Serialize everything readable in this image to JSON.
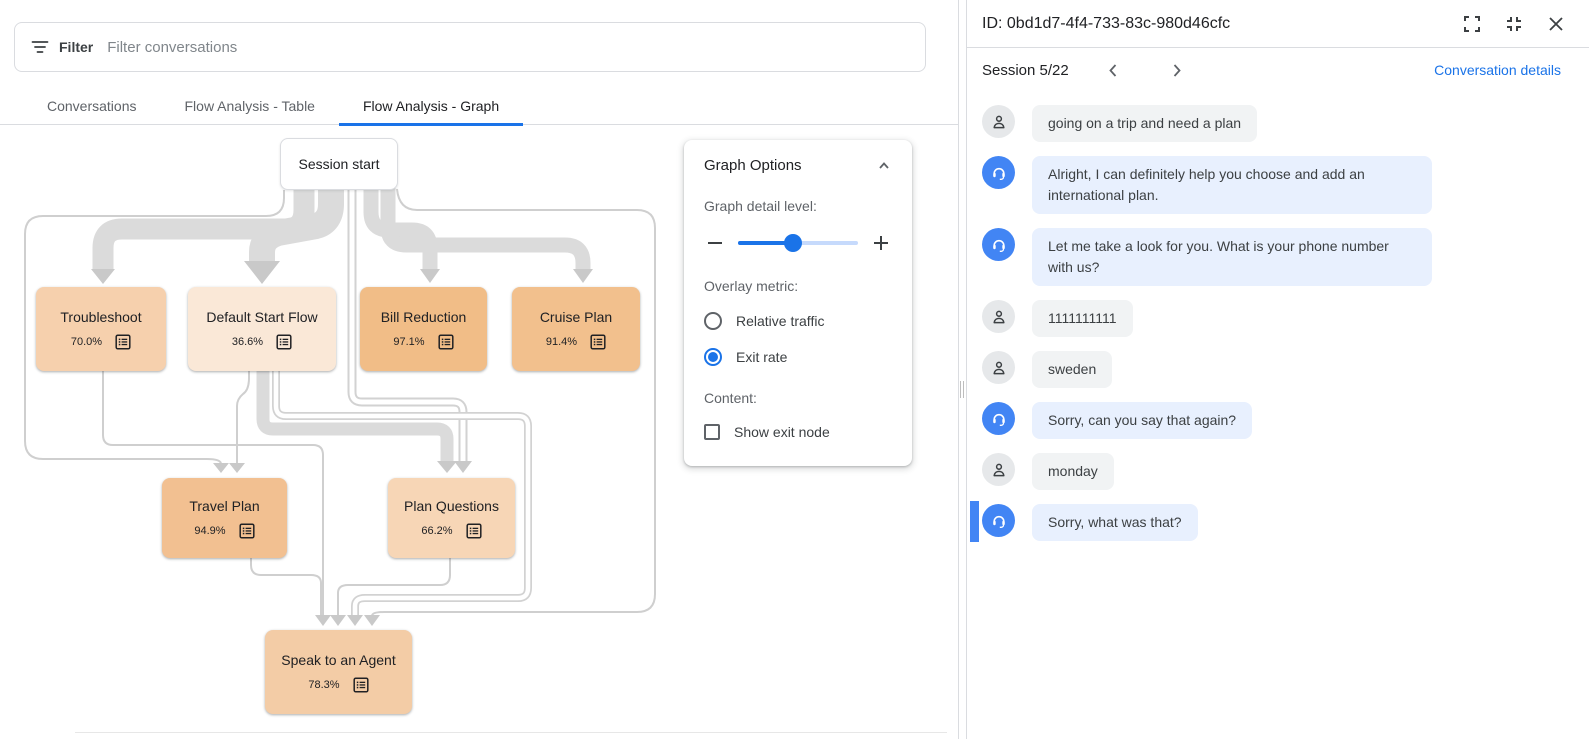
{
  "left_panel": {
    "filter": {
      "label": "Filter",
      "placeholder": "Filter conversations"
    },
    "tabs": [
      {
        "label": "Conversations",
        "active": false
      },
      {
        "label": "Flow Analysis - Table",
        "active": false
      },
      {
        "label": "Flow Analysis - Graph",
        "active": true
      }
    ]
  },
  "graph_options": {
    "title": "Graph Options",
    "detail_label": "Graph detail level:",
    "overlay_label": "Overlay metric:",
    "radios": [
      {
        "label": "Relative traffic",
        "selected": false
      },
      {
        "label": "Exit rate",
        "selected": true
      }
    ],
    "content_label": "Content:",
    "checkbox": {
      "label": "Show exit node",
      "checked": false
    },
    "slider": {
      "value_pct": 46
    }
  },
  "chart_data": {
    "type": "flow-graph",
    "overlay_metric": "Exit rate",
    "nodes": [
      {
        "id": "session-start",
        "label": "Session start",
        "exit_rate": null,
        "color": "#ffffff"
      },
      {
        "id": "troubleshoot",
        "label": "Troubleshoot",
        "exit_rate": "70.0%",
        "color": "#f6d0ad"
      },
      {
        "id": "default-start-flow",
        "label": "Default Start Flow",
        "exit_rate": "36.6%",
        "color": "#fae8d7"
      },
      {
        "id": "bill-reduction",
        "label": "Bill Reduction",
        "exit_rate": "97.1%",
        "color": "#f1bd87"
      },
      {
        "id": "cruise-plan",
        "label": "Cruise Plan",
        "exit_rate": "91.4%",
        "color": "#f2c08d"
      },
      {
        "id": "travel-plan",
        "label": "Travel Plan",
        "exit_rate": "94.9%",
        "color": "#f2c091"
      },
      {
        "id": "plan-questions",
        "label": "Plan Questions",
        "exit_rate": "66.2%",
        "color": "#f7d6b6"
      },
      {
        "id": "speak-to-agent",
        "label": "Speak to an Agent",
        "exit_rate": "78.3%",
        "color": "#f3cca6"
      }
    ],
    "edges": [
      {
        "from": "session-start",
        "to": "troubleshoot",
        "weight": "heavy"
      },
      {
        "from": "session-start",
        "to": "default-start-flow",
        "weight": "heavy"
      },
      {
        "from": "session-start",
        "to": "bill-reduction",
        "weight": "medium"
      },
      {
        "from": "session-start",
        "to": "cruise-plan",
        "weight": "medium"
      },
      {
        "from": "session-start",
        "to": "plan-questions",
        "weight": "medium"
      },
      {
        "from": "session-start",
        "to": "travel-plan",
        "weight": "light"
      },
      {
        "from": "session-start",
        "to": "speak-to-agent",
        "weight": "light"
      },
      {
        "from": "troubleshoot",
        "to": "speak-to-agent",
        "weight": "light"
      },
      {
        "from": "default-start-flow",
        "to": "travel-plan",
        "weight": "light"
      },
      {
        "from": "default-start-flow",
        "to": "plan-questions",
        "weight": "medium"
      },
      {
        "from": "default-start-flow",
        "to": "speak-to-agent",
        "weight": "medium"
      },
      {
        "from": "travel-plan",
        "to": "speak-to-agent",
        "weight": "light"
      },
      {
        "from": "plan-questions",
        "to": "speak-to-agent",
        "weight": "light"
      }
    ]
  },
  "detail_panel": {
    "title": "ID: 0bd1d7-4f4-733-83c-980d46cfc",
    "session_label": "Session 5/22",
    "details_link": "Conversation details",
    "messages": [
      {
        "role": "user",
        "text": "going on a trip and need a plan",
        "selected": false
      },
      {
        "role": "agent",
        "text": "Alright, I can definitely help you choose and add an international plan.",
        "selected": false
      },
      {
        "role": "agent",
        "text": "Let me take a look for you. What is your phone number with us?",
        "selected": false
      },
      {
        "role": "user",
        "text": "1111111111",
        "selected": false
      },
      {
        "role": "user",
        "text": "sweden",
        "selected": false
      },
      {
        "role": "agent",
        "text": "Sorry, can you say that again?",
        "selected": false
      },
      {
        "role": "user",
        "text": "monday",
        "selected": false
      },
      {
        "role": "agent",
        "text": "Sorry, what was that?",
        "selected": true
      }
    ]
  },
  "colors": {
    "accent": "#1a73e8",
    "agent_avatar": "#4285f4",
    "agent_bubble": "#e8f0fe",
    "user_bubble": "#f1f3f4",
    "selected_bar": "#4285f4",
    "edge_band": "#dbdbdb",
    "tab_underline": "#1a73e8"
  }
}
